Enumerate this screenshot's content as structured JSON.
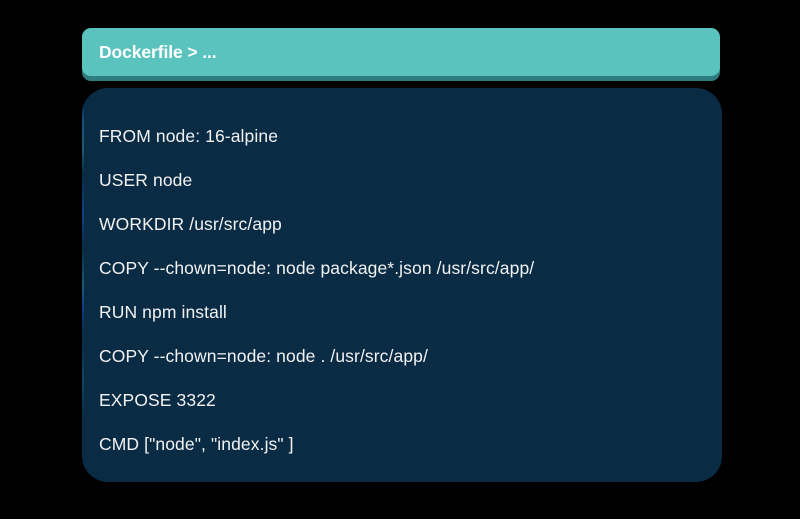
{
  "header": {
    "title": "Dockerfile > ...",
    "accent_color": "#5bc3be",
    "shadow_color": "#2f7d80",
    "text_color": "#ffffff"
  },
  "panel": {
    "background_color": "#0a2b44",
    "text_color": "#f2f2f2"
  },
  "code": {
    "language": "dockerfile",
    "lines": [
      "FROM node: 16-alpine",
      "USER node",
      "WORKDIR /usr/src/app",
      "COPY --chown=node: node package*.json /usr/src/app/",
      "RUN npm install",
      "COPY --chown=node: node . /usr/src/app/",
      "EXPOSE 3322",
      "CMD [\"node\", \"index.js\" ]"
    ]
  }
}
